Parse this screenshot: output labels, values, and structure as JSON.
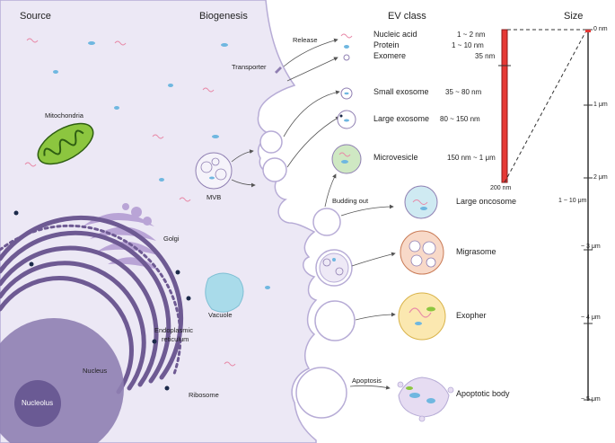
{
  "headers": {
    "source": "Source",
    "biogenesis": "Biogenesis",
    "ev_class": "EV class",
    "size": "Size"
  },
  "organelles": {
    "mitochondria": "Mitochondria",
    "golgi": "Golgi",
    "vacuole": "Vacuole",
    "endoplasmic_reticulum_line1": "Endoplasmic",
    "endoplasmic_reticulum_line2": "reticulum",
    "nucleus": "Nucleus",
    "nucleolus": "Nucleolus",
    "ribosome": "Ribosome",
    "mvb": "MVB"
  },
  "process_labels": {
    "release": "Release",
    "transporter": "Transporter",
    "budding_out": "Budding out",
    "apoptosis": "Apoptosis"
  },
  "ev_classes": [
    {
      "name": "Nucleic acid",
      "size": "1 ~ 2 nm"
    },
    {
      "name": "Protein",
      "size": "1 ~ 10 nm"
    },
    {
      "name": "Exomere",
      "size": "35 nm"
    },
    {
      "name": "Small exosome",
      "size": "35 ~ 80 nm"
    },
    {
      "name": "Large exosome",
      "size": "80 ~ 150 nm"
    },
    {
      "name": "Microvesicle",
      "size": "150 nm ~ 1 μm"
    },
    {
      "name": "Large oncosome",
      "size": ""
    },
    {
      "name": "Migrasome",
      "size": ""
    },
    {
      "name": "Exopher",
      "size": ""
    },
    {
      "name": "Apoptotic body",
      "size": ""
    }
  ],
  "inner_scale": {
    "top": "0 nm",
    "bottom": "200 nm"
  },
  "size_scale": [
    "0 nm",
    "1 μm",
    "2 μm",
    "1 ~ 10 μm",
    "~ 3 μm",
    "~ 4 μm",
    "~ 5 μm"
  ],
  "colors": {
    "cell_fill": "#ece8f5",
    "cell_stroke": "#b7acd6",
    "mito_fill": "#8cc63f",
    "golgi": "#b9a4d6",
    "er": "#6e5a93",
    "nucleus": "#8f7fb2",
    "nucleolus": "#6a5a94",
    "vacuole": "#a9dbea",
    "scale_red": "#e53935",
    "microvesicle": "#cfe8c3",
    "oncosome": "#cfeaf2",
    "migrasome": "#f8d9c8",
    "exopher": "#fbe8b0",
    "apoptotic": "#e6dcf2"
  }
}
